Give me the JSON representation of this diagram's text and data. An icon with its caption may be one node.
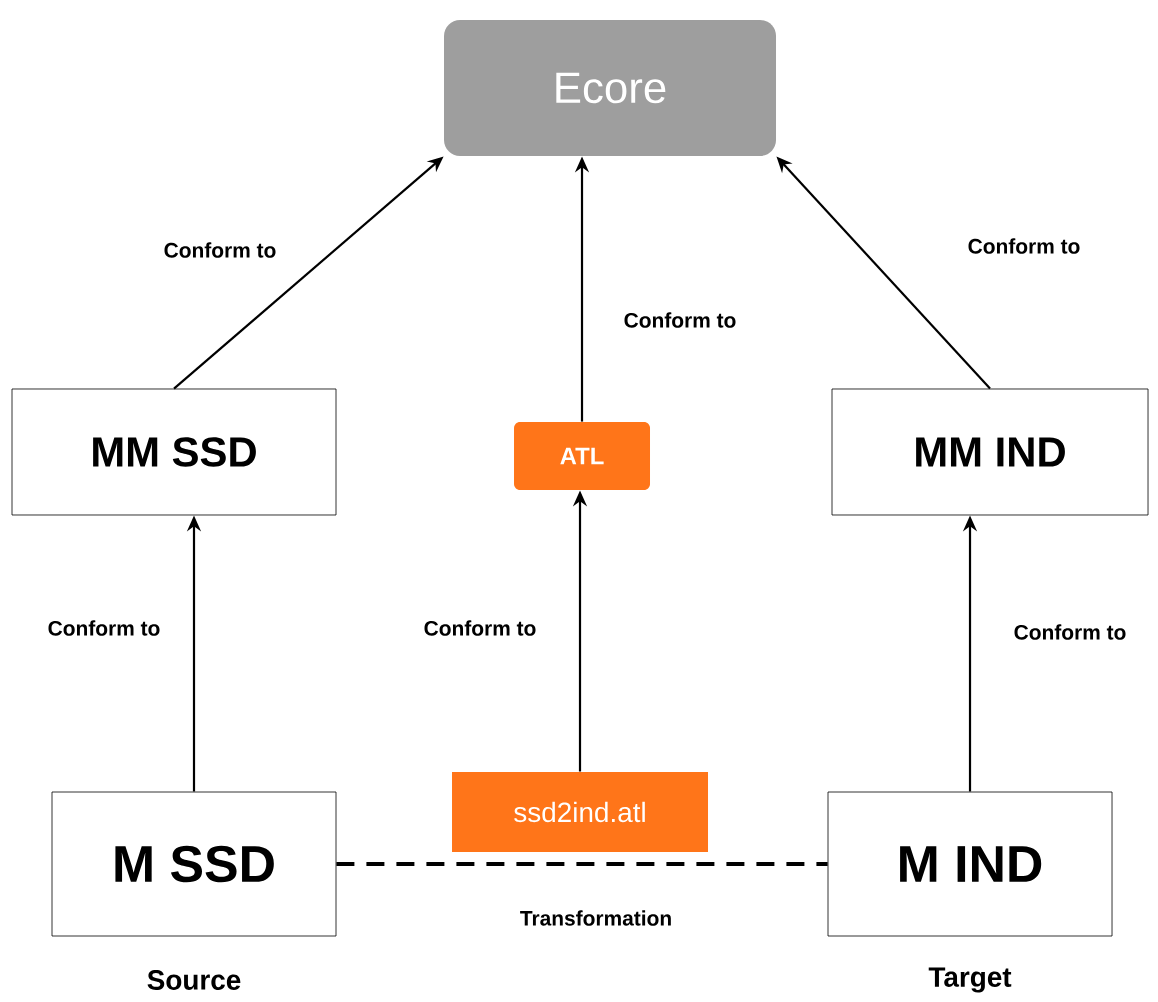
{
  "diagram": {
    "nodes": [
      {
        "text": [
          "Ecore"
        ]
      },
      {
        "text": [
          "MM SSD"
        ]
      },
      {
        "text": [
          "ATL"
        ]
      },
      {
        "text": [
          "MM IND"
        ]
      },
      {
        "text": [
          "M SSD"
        ],
        "beside": [
          "Source"
        ]
      },
      {
        "text": [
          "ssd2ind.atl"
        ]
      },
      {
        "text": [
          "M IND"
        ],
        "beside": [
          "Target"
        ]
      }
    ],
    "edges": [
      {
        "from": 1,
        "to": 0,
        "arrow": "to",
        "label": "Conform to"
      },
      {
        "from": 2,
        "to": 0,
        "arrow": "to",
        "label": "Conform to"
      },
      {
        "from": 3,
        "to": 0,
        "arrow": "to",
        "label": "Conform to"
      },
      {
        "from": 4,
        "to": 1,
        "arrow": "to",
        "label": "Conform to"
      },
      {
        "from": 5,
        "to": 2,
        "arrow": "to",
        "label": "Conform to"
      },
      {
        "from": 6,
        "to": 3,
        "arrow": "to",
        "label": "Conform to"
      },
      {
        "from": 4,
        "to": 6,
        "arrow": "none",
        "style": "dashed",
        "label": "Transformation"
      }
    ]
  }
}
